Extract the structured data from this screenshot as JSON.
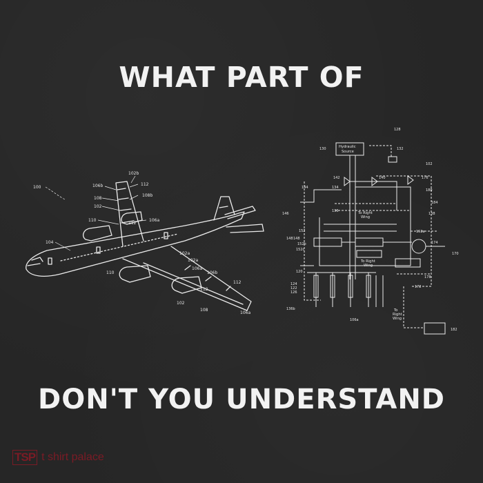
{
  "headline_top": "WHAT PART OF",
  "headline_bottom": "DON'T YOU UNDERSTAND",
  "logo": {
    "mark": "TSP",
    "text": "t shirt palace"
  },
  "plane_labels": [
    "100",
    "102b",
    "112",
    "106b",
    "108b",
    "108",
    "102",
    "110",
    "112",
    "106a",
    "104",
    "102a",
    "102a",
    "106a",
    "106b",
    "112",
    "110",
    "112",
    "102",
    "108",
    "106a"
  ],
  "schematic_labels": {
    "source": [
      "Hydraulic",
      "Source"
    ],
    "to_right_wing_1": [
      "To Right",
      "Wing"
    ],
    "to_right_wing_2": [
      "To Right",
      "Wing"
    ],
    "to_right_wing_3": [
      "To",
      "Right",
      "Wing"
    ],
    "numbers": [
      "128",
      "130",
      "132",
      "102",
      "142",
      "140",
      "176",
      "134",
      "180",
      "144",
      "184",
      "138",
      "136",
      "146",
      "148",
      "152",
      "152a",
      "148",
      "152b",
      "152c",
      "174",
      "170",
      "120",
      "178",
      "124",
      "122",
      "126",
      "172",
      "136b",
      "106a",
      "182"
    ]
  },
  "colors": {
    "background": "#262626",
    "ink": "#f2f2f2",
    "logo": "#7b1b25"
  }
}
